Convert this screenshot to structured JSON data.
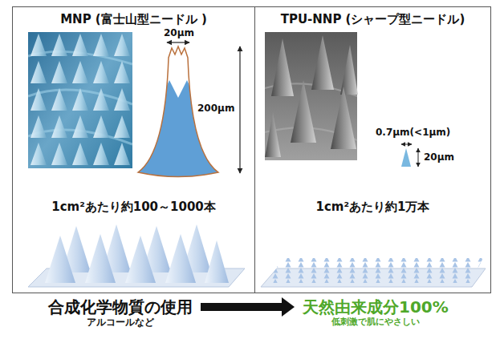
{
  "diagram": {
    "nodes": [
      {
        "text": [
          "MNP (富士山型ニードル )",
          "1cm²あたり約100～1000本"
        ]
      },
      {
        "text": [
          "TPU-NNP (シャープ型ニードル)",
          "1cm²あたり約1万本"
        ]
      },
      {
        "text": [
          "合成化学物質の使用",
          "アルコールなど"
        ]
      },
      {
        "text": [
          "天然由来成分100%",
          "低刺激で肌にやさしい"
        ]
      }
    ],
    "edges": [
      {
        "from": 2,
        "to": 3,
        "arrow": "to"
      }
    ],
    "labels": [
      "20μm",
      "200μm",
      "0.7μm(<1μm)",
      "20μm"
    ]
  }
}
